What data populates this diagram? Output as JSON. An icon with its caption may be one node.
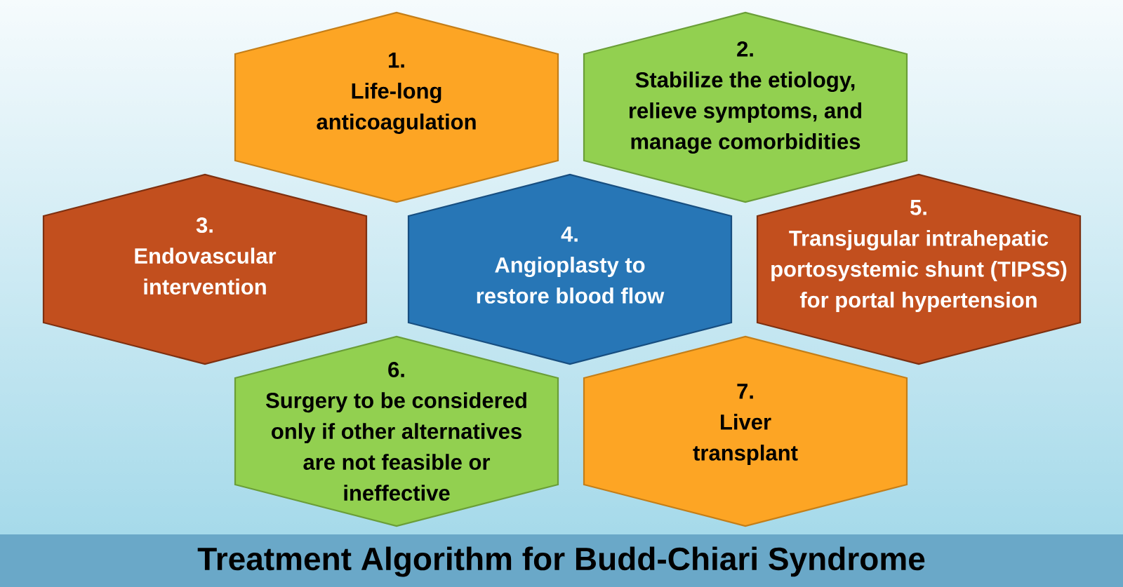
{
  "diagram": {
    "title": "Treatment Algorithm for Budd-Chiari Syndrome",
    "nodes": [
      {
        "text": [
          "1.",
          "Life-long anticoagulation"
        ]
      },
      {
        "text": [
          "2.",
          "Stabilize the etiology, relieve symptoms, and manage comorbidities"
        ]
      },
      {
        "text": [
          "3.",
          "Endovascular intervention"
        ]
      },
      {
        "text": [
          "4.",
          "Angioplasty to restore blood flow"
        ]
      },
      {
        "text": [
          "5.",
          "Transjugular intrahepatic portosystemic shunt (TIPSS) for portal hypertension"
        ]
      },
      {
        "text": [
          "6.",
          "Surgery to be considered only if other alternatives are not feasible or ineffective"
        ]
      },
      {
        "text": [
          "7.",
          "Liver transplant"
        ]
      }
    ]
  }
}
